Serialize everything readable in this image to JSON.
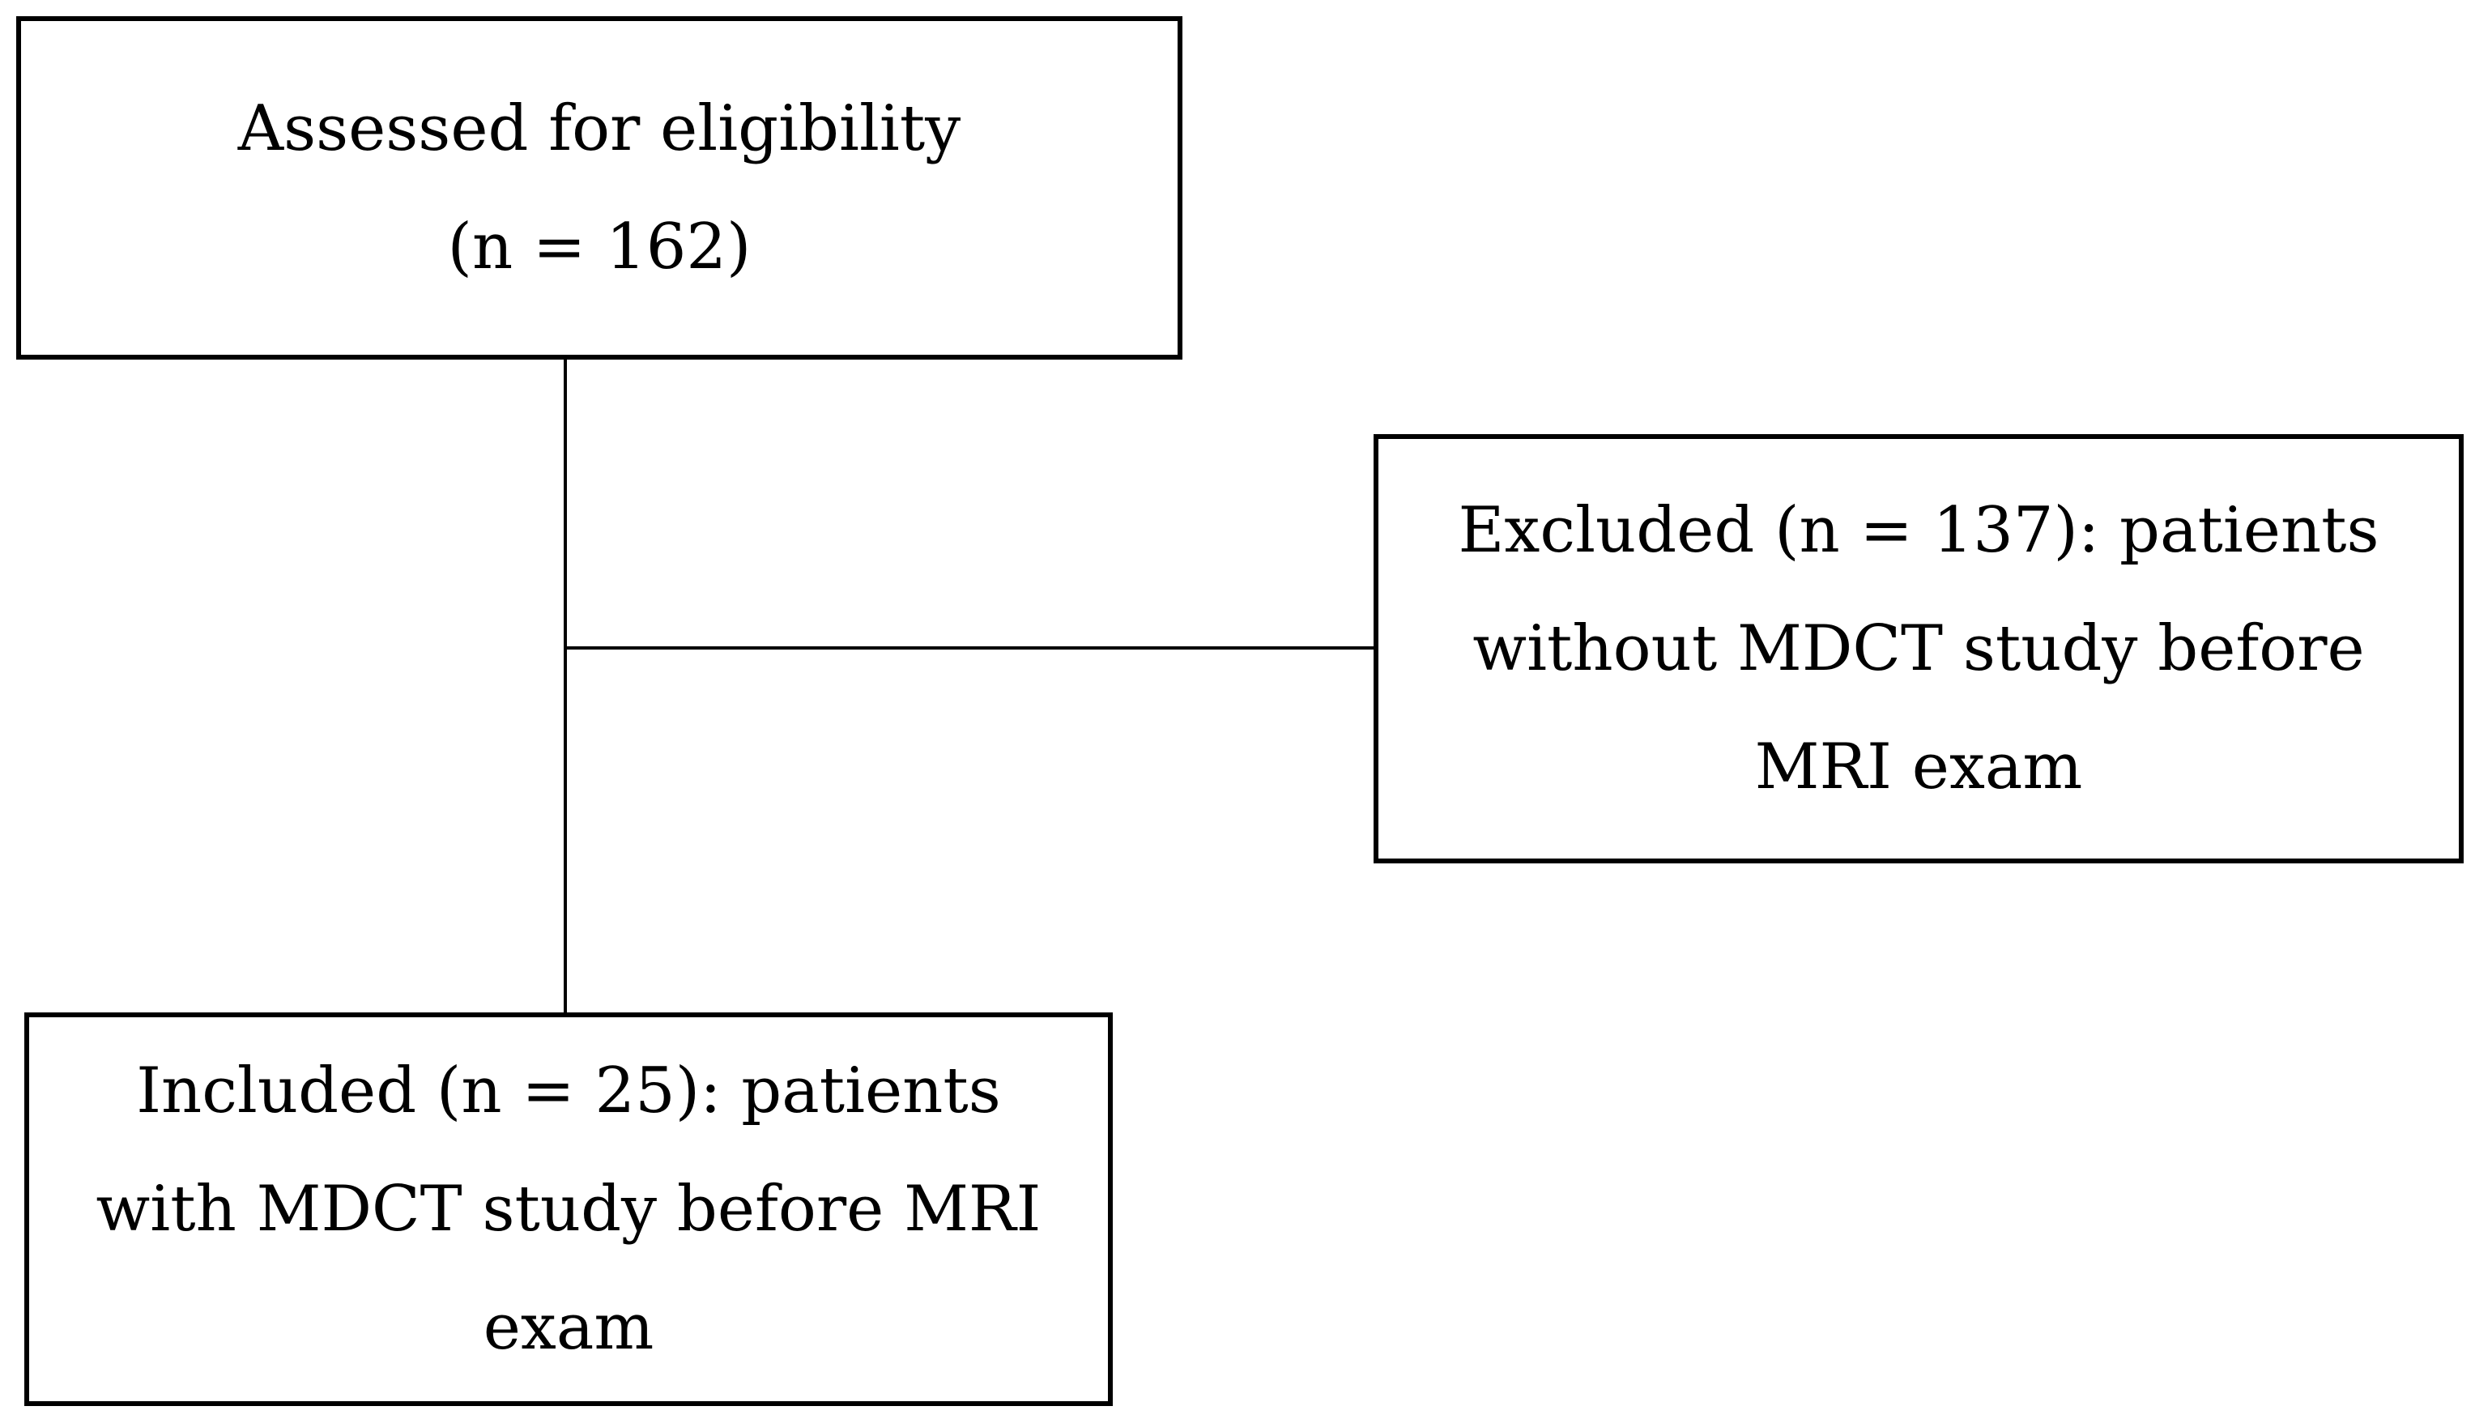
{
  "flowchart": {
    "assessed": {
      "line1": "Assessed  for eligibility",
      "line2": "(n = 162)"
    },
    "excluded": {
      "line1": "Excluded (n = 137): patients",
      "line2": "without MDCT study before",
      "line3": "MRI exam"
    },
    "included": {
      "line1": "Included (n = 25): patients",
      "line2": "with MDCT study before MRI",
      "line3": "exam"
    }
  }
}
